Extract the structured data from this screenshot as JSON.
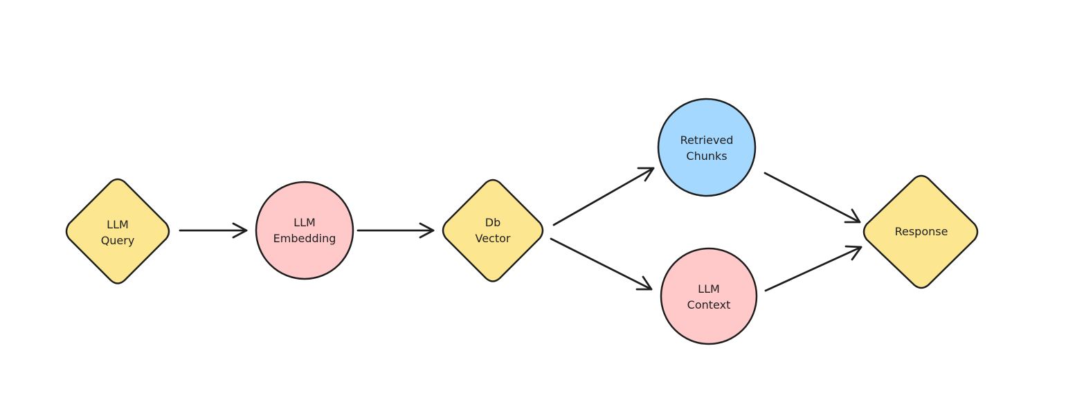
{
  "diagram": {
    "colors": {
      "yellow": "#fce68f",
      "pink": "#ffc9c9",
      "blue": "#a5d8ff",
      "stroke": "#1e1e1e",
      "background": "#ffffff"
    },
    "nodes": {
      "llm_query": {
        "shape": "diamond",
        "color": "yellow",
        "line1": "LLM",
        "line2": "Query"
      },
      "llm_embedding": {
        "shape": "circle",
        "color": "pink",
        "line1": "LLM",
        "line2": "Embedding"
      },
      "db_vector": {
        "shape": "diamond",
        "color": "yellow",
        "line1": "Db",
        "line2": "Vector"
      },
      "retrieved_chunks": {
        "shape": "circle",
        "color": "blue",
        "line1": "Retrieved",
        "line2": "Chunks"
      },
      "llm_context": {
        "shape": "circle",
        "color": "pink",
        "line1": "LLM",
        "line2": "Context"
      },
      "response": {
        "shape": "diamond",
        "color": "yellow",
        "line1": "Response"
      }
    },
    "edges": [
      {
        "from": "llm_query",
        "to": "llm_embedding"
      },
      {
        "from": "llm_embedding",
        "to": "db_vector"
      },
      {
        "from": "db_vector",
        "to": "retrieved_chunks"
      },
      {
        "from": "db_vector",
        "to": "llm_context"
      },
      {
        "from": "retrieved_chunks",
        "to": "response"
      },
      {
        "from": "llm_context",
        "to": "response"
      }
    ]
  }
}
